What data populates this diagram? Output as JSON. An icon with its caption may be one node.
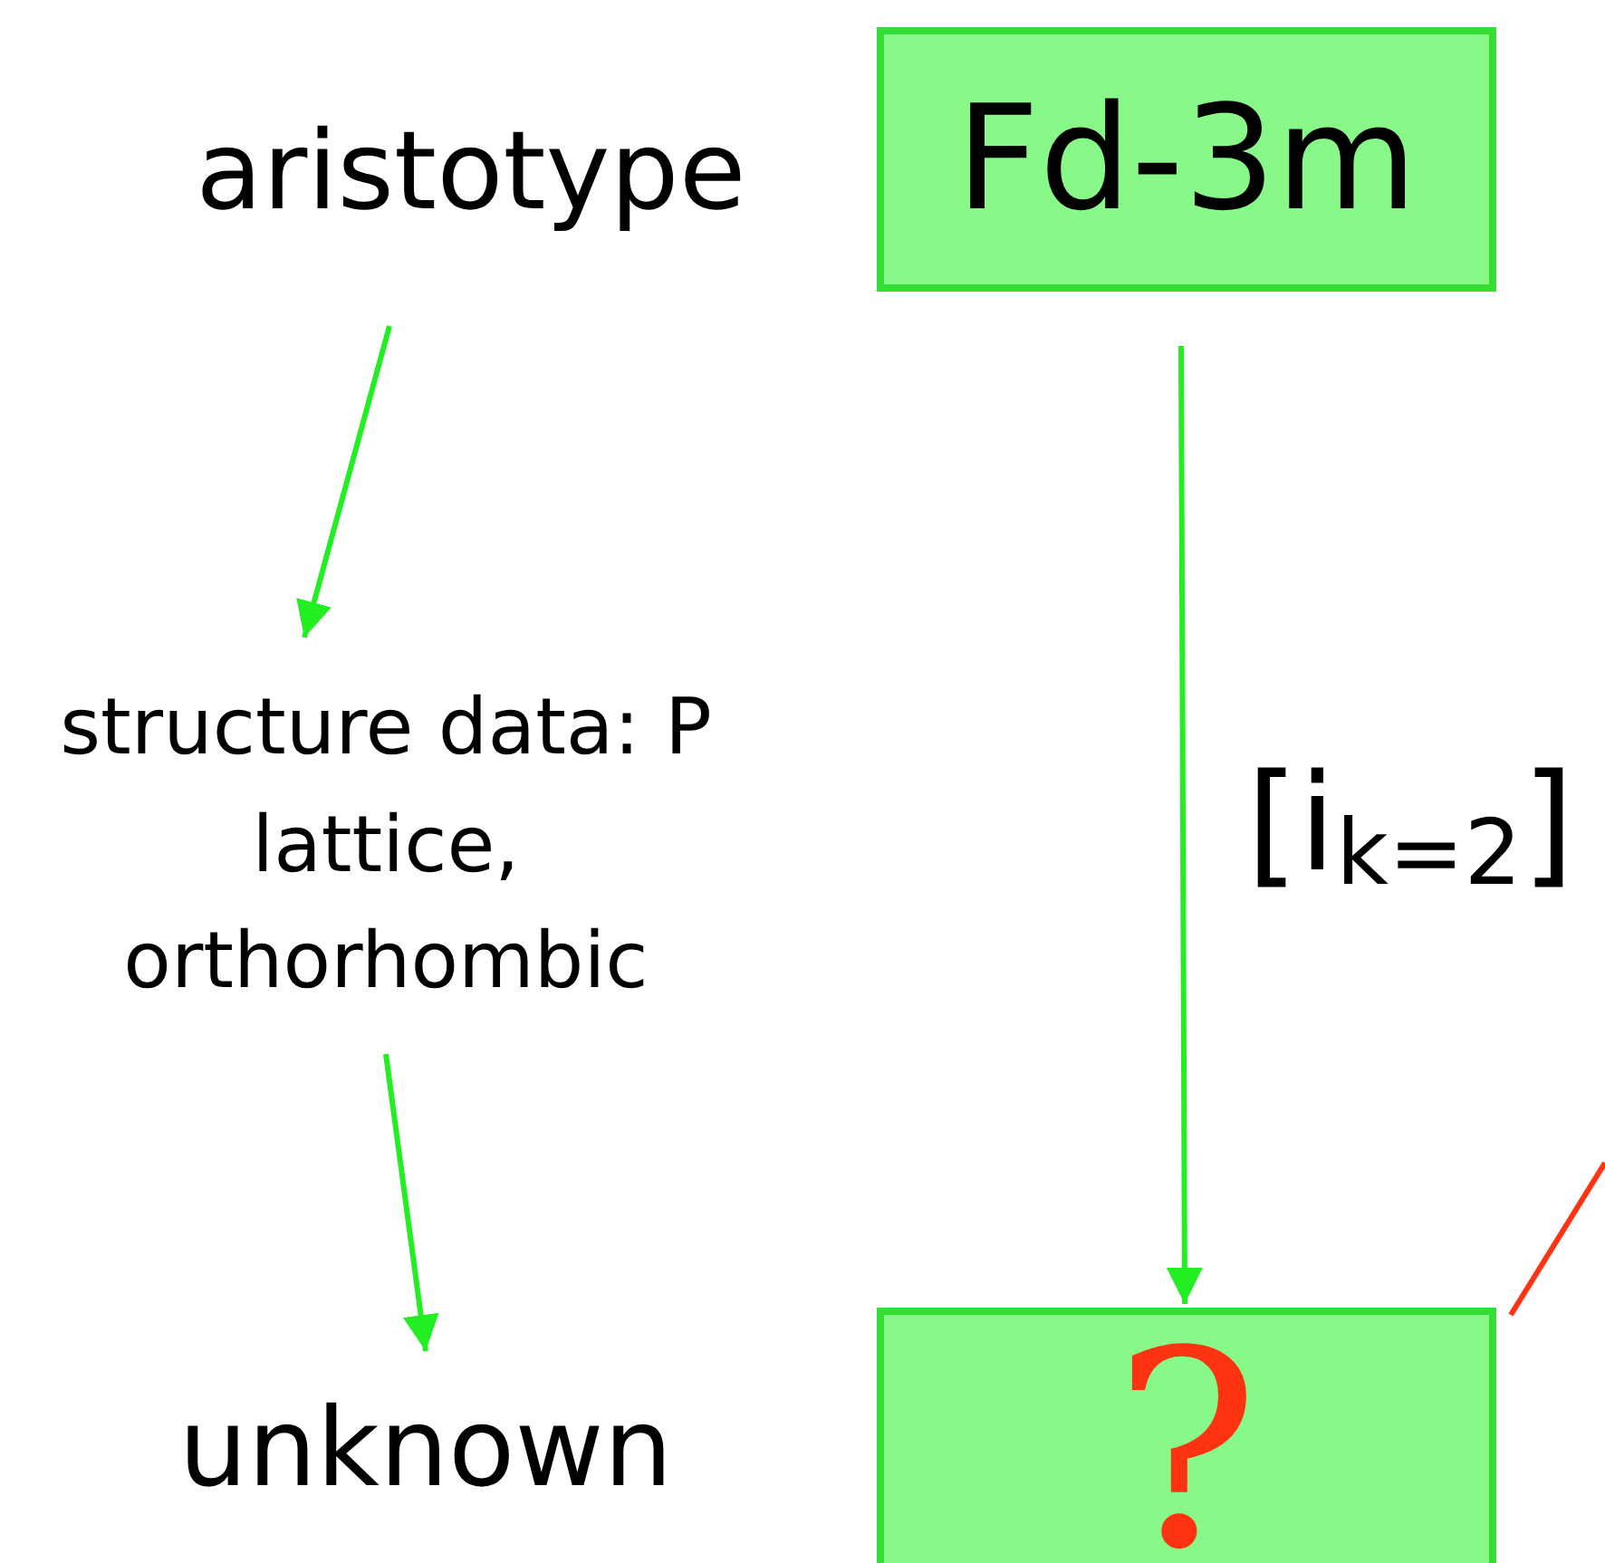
{
  "diagram": {
    "nodes": [
      {
        "text": [
          "aristotype"
        ]
      },
      {
        "text": [
          "Fd-3m"
        ]
      },
      {
        "text": [
          "structure data: P lattice, orthorhombic"
        ]
      },
      {
        "text": [
          "unknown"
        ]
      },
      {
        "text": [
          "?"
        ]
      }
    ],
    "edges": [
      {
        "from": 0,
        "to": 2,
        "arrow": "to"
      },
      {
        "from": 2,
        "to": 3,
        "arrow": "to"
      },
      {
        "from": 1,
        "to": 4,
        "arrow": "to",
        "label": "[i$_{k=2}$]"
      },
      {
        "from": 4,
        "to": null,
        "arrow": "none",
        "color": "#ff3311"
      }
    ]
  }
}
